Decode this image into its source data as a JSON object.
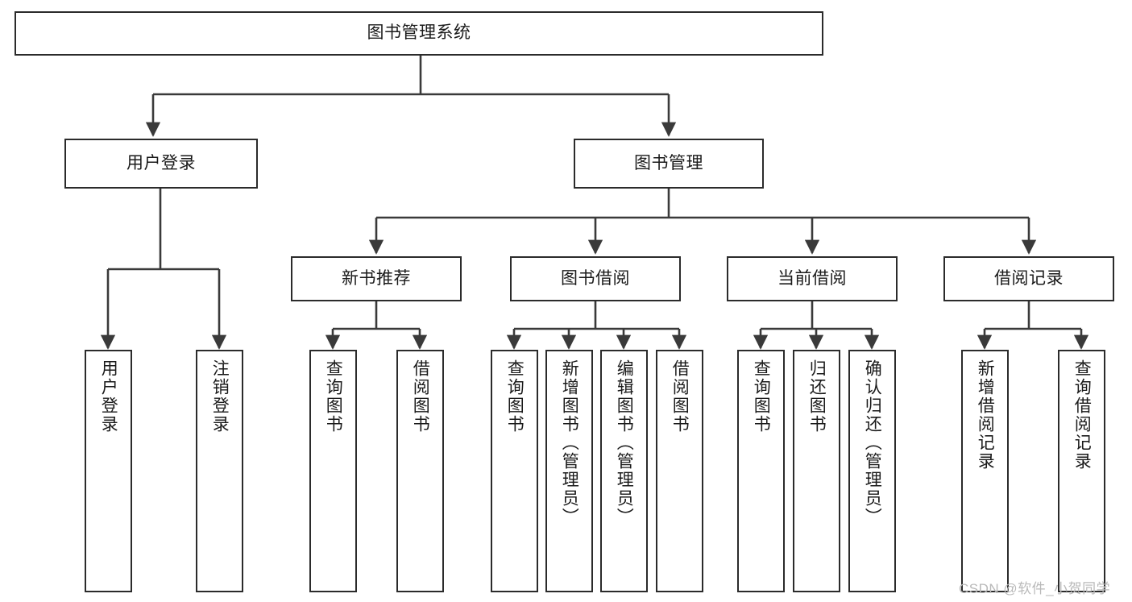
{
  "diagram": {
    "title": "图书管理系统",
    "type": "tree-hierarchy",
    "watermark": "CSDN @软件_小贺同学",
    "colors": {
      "box_border": "#2b2b2b",
      "box_fill": "#ffffff",
      "edge": "#3a3a3a",
      "text": "#1a1a1a",
      "watermark": "#b9b9b9",
      "background": "#ffffff"
    },
    "nodes": {
      "root": {
        "label": "图书管理系统"
      },
      "level2": [
        {
          "label": "用户登录"
        },
        {
          "label": "图书管理"
        }
      ],
      "level3": [
        {
          "label": "新书推荐"
        },
        {
          "label": "图书借阅"
        },
        {
          "label": "当前借阅"
        },
        {
          "label": "借阅记录"
        }
      ],
      "leaves": {
        "user_login": [
          {
            "label": "用户登录"
          },
          {
            "label": "注销登录"
          }
        ],
        "new_book_recommend": [
          {
            "label": "查询图书"
          },
          {
            "label": "借阅图书"
          }
        ],
        "book_borrow": [
          {
            "label": "查询图书"
          },
          {
            "label": "新增图书（管理员）"
          },
          {
            "label": "编辑图书（管理员）"
          },
          {
            "label": "借阅图书"
          }
        ],
        "current_borrow": [
          {
            "label": "查询图书"
          },
          {
            "label": "归还图书"
          },
          {
            "label": "确认归还（管理员）"
          }
        ],
        "borrow_record": [
          {
            "label": "新增借阅记录"
          },
          {
            "label": "查询借阅记录"
          }
        ]
      }
    }
  }
}
